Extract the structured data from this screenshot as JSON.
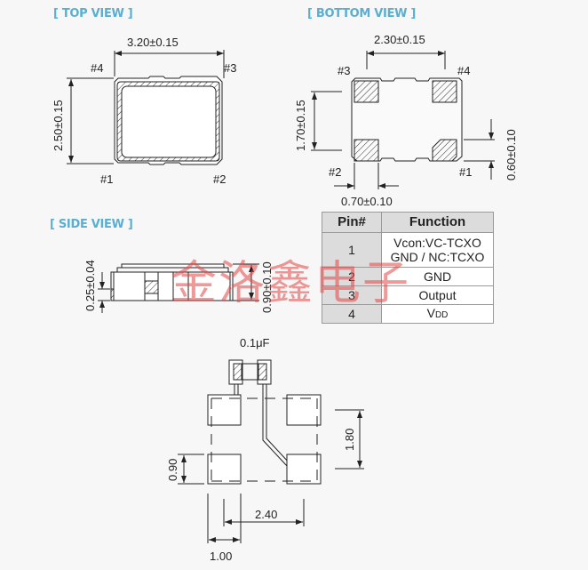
{
  "titles": {
    "top_view": "[ TOP VIEW ]",
    "bottom_view": "[ BOTTOM  VIEW ]",
    "side_view": "[ SIDE VIEW ]"
  },
  "top_view": {
    "width_dim": "3.20±0.15",
    "height_dim": "2.50±0.15",
    "pins": {
      "p1": "#1",
      "p2": "#2",
      "p3": "#3",
      "p4": "#4"
    }
  },
  "bottom_view": {
    "pad_pitch_dim": "2.30±0.15",
    "pad_span_dim": "1.70±0.15",
    "pad_height_dim": "0.60±0.10",
    "pad_width_dim": "0.70±0.10",
    "pins": {
      "p1": "#1",
      "p2": "#2",
      "p3": "#3",
      "p4": "#4"
    }
  },
  "side_view": {
    "base_dim": "0.25±0.04",
    "height_dim": "0.90±0.10"
  },
  "pin_table": {
    "headers": {
      "pin": "Pin#",
      "function": "Function"
    },
    "rows": [
      {
        "pin": "1",
        "function_line1": "Vcon:VC-TCXO",
        "function_line2": "GND / NC:TCXO"
      },
      {
        "pin": "2",
        "function": "GND"
      },
      {
        "pin": "3",
        "function": "Output"
      },
      {
        "pin": "4",
        "function_main": "V",
        "function_sub": "DD"
      }
    ]
  },
  "footprint": {
    "capacitor_label": "0.1μF",
    "vertical_pitch": "1.80",
    "pad_height": "0.90",
    "horizontal_pitch": "2.40",
    "pad_width": "1.00"
  },
  "watermark": "金洛鑫电子",
  "colors": {
    "title": "#5aaed0",
    "watermark": "#e24646",
    "line": "#222222"
  }
}
